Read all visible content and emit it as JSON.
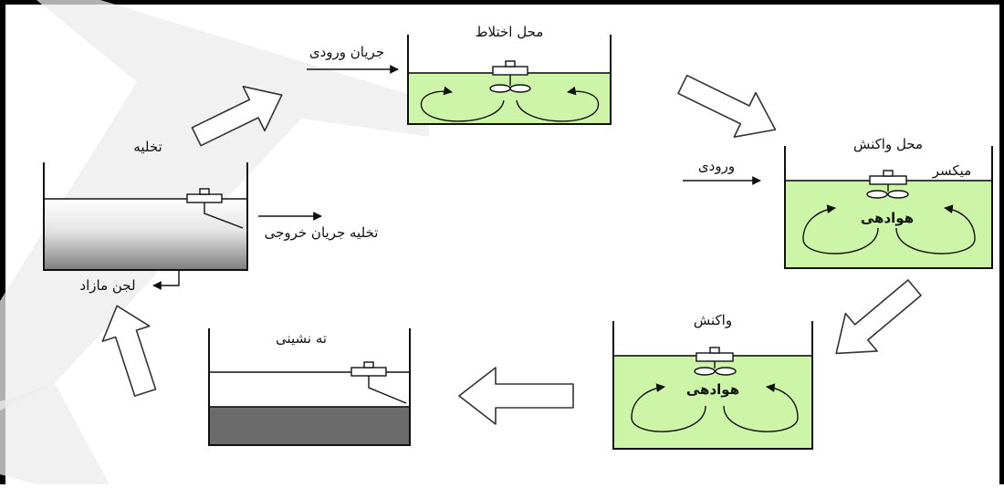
{
  "stages": {
    "fill": {
      "title": "محل اختلاط",
      "inflow": "جریان ورودی"
    },
    "react_fill": {
      "title": "محل واکنش",
      "inflow": "ورودی",
      "mixer": "میکسر",
      "aeration": "هوادهی"
    },
    "react": {
      "title": "واکنش",
      "aeration": "هوادهی"
    },
    "settle": {
      "title": "ته نشینی"
    },
    "draw": {
      "title": "تخلیه",
      "outflow": "تخلیه جریان خروجی",
      "sludge": "لجن مازاد"
    }
  },
  "colors": {
    "liquid_mixed": "#ccf5a8",
    "settled_sludge": "#6b6b6b",
    "watermark": "#e9e9e9",
    "border": "#000000"
  },
  "watermark": {
    "shape": "stylized-letter-logo"
  }
}
